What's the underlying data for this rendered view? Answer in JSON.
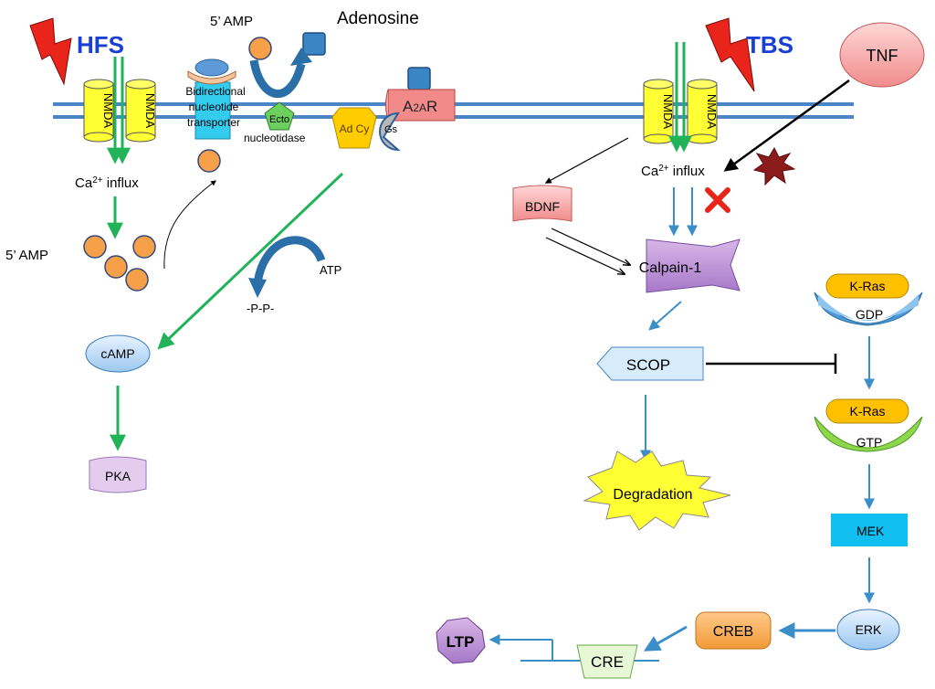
{
  "labels": {
    "hfs": "HFS",
    "tbs": "TBS",
    "nmda": "NMDA",
    "ca_left": "Ca",
    "ca_right": "Ca",
    "ca_super": "2+",
    "influx": " influx",
    "amp_top": "5’ AMP",
    "amp_left": "5’ AMP",
    "adenosine": "Adenosine",
    "bidir_1": "Bidirectional",
    "bidir_2": "nucleotide",
    "bidir_3": "transporter",
    "ecto": "Ecto",
    "ecto_2": "nucleotidase",
    "adcy": "Ad Cy",
    "gs": "Gs",
    "a2ar_a": "A",
    "a2ar_sub": "2A",
    "a2ar_r": "R",
    "atp": "ATP",
    "ppi": "-P-P-",
    "camp": "cAMP",
    "pka": "PKA",
    "tnf": "TNF",
    "bdnf": "BDNF",
    "calpain": "Calpain-1",
    "scop": "SCOP",
    "degradation": "Degradation",
    "kras_1": "K-Ras",
    "gdp": "GDP",
    "kras_2": "K-Ras",
    "gtp": "GTP",
    "mek": "MEK",
    "erk": "ERK",
    "creb": "CREB",
    "cre": "CRE",
    "ltp": "LTP"
  },
  "colors": {
    "membrane": "#4a86c5",
    "green_arrow": "#22b35a",
    "blue_arrow": "#3b8fc8",
    "lightning": "#e8241b",
    "title_blue": "#1a3fd6",
    "nmda_fill": "#ffff33",
    "orange_ball": "#f6a04a",
    "square_blue": "#3a86c4"
  }
}
